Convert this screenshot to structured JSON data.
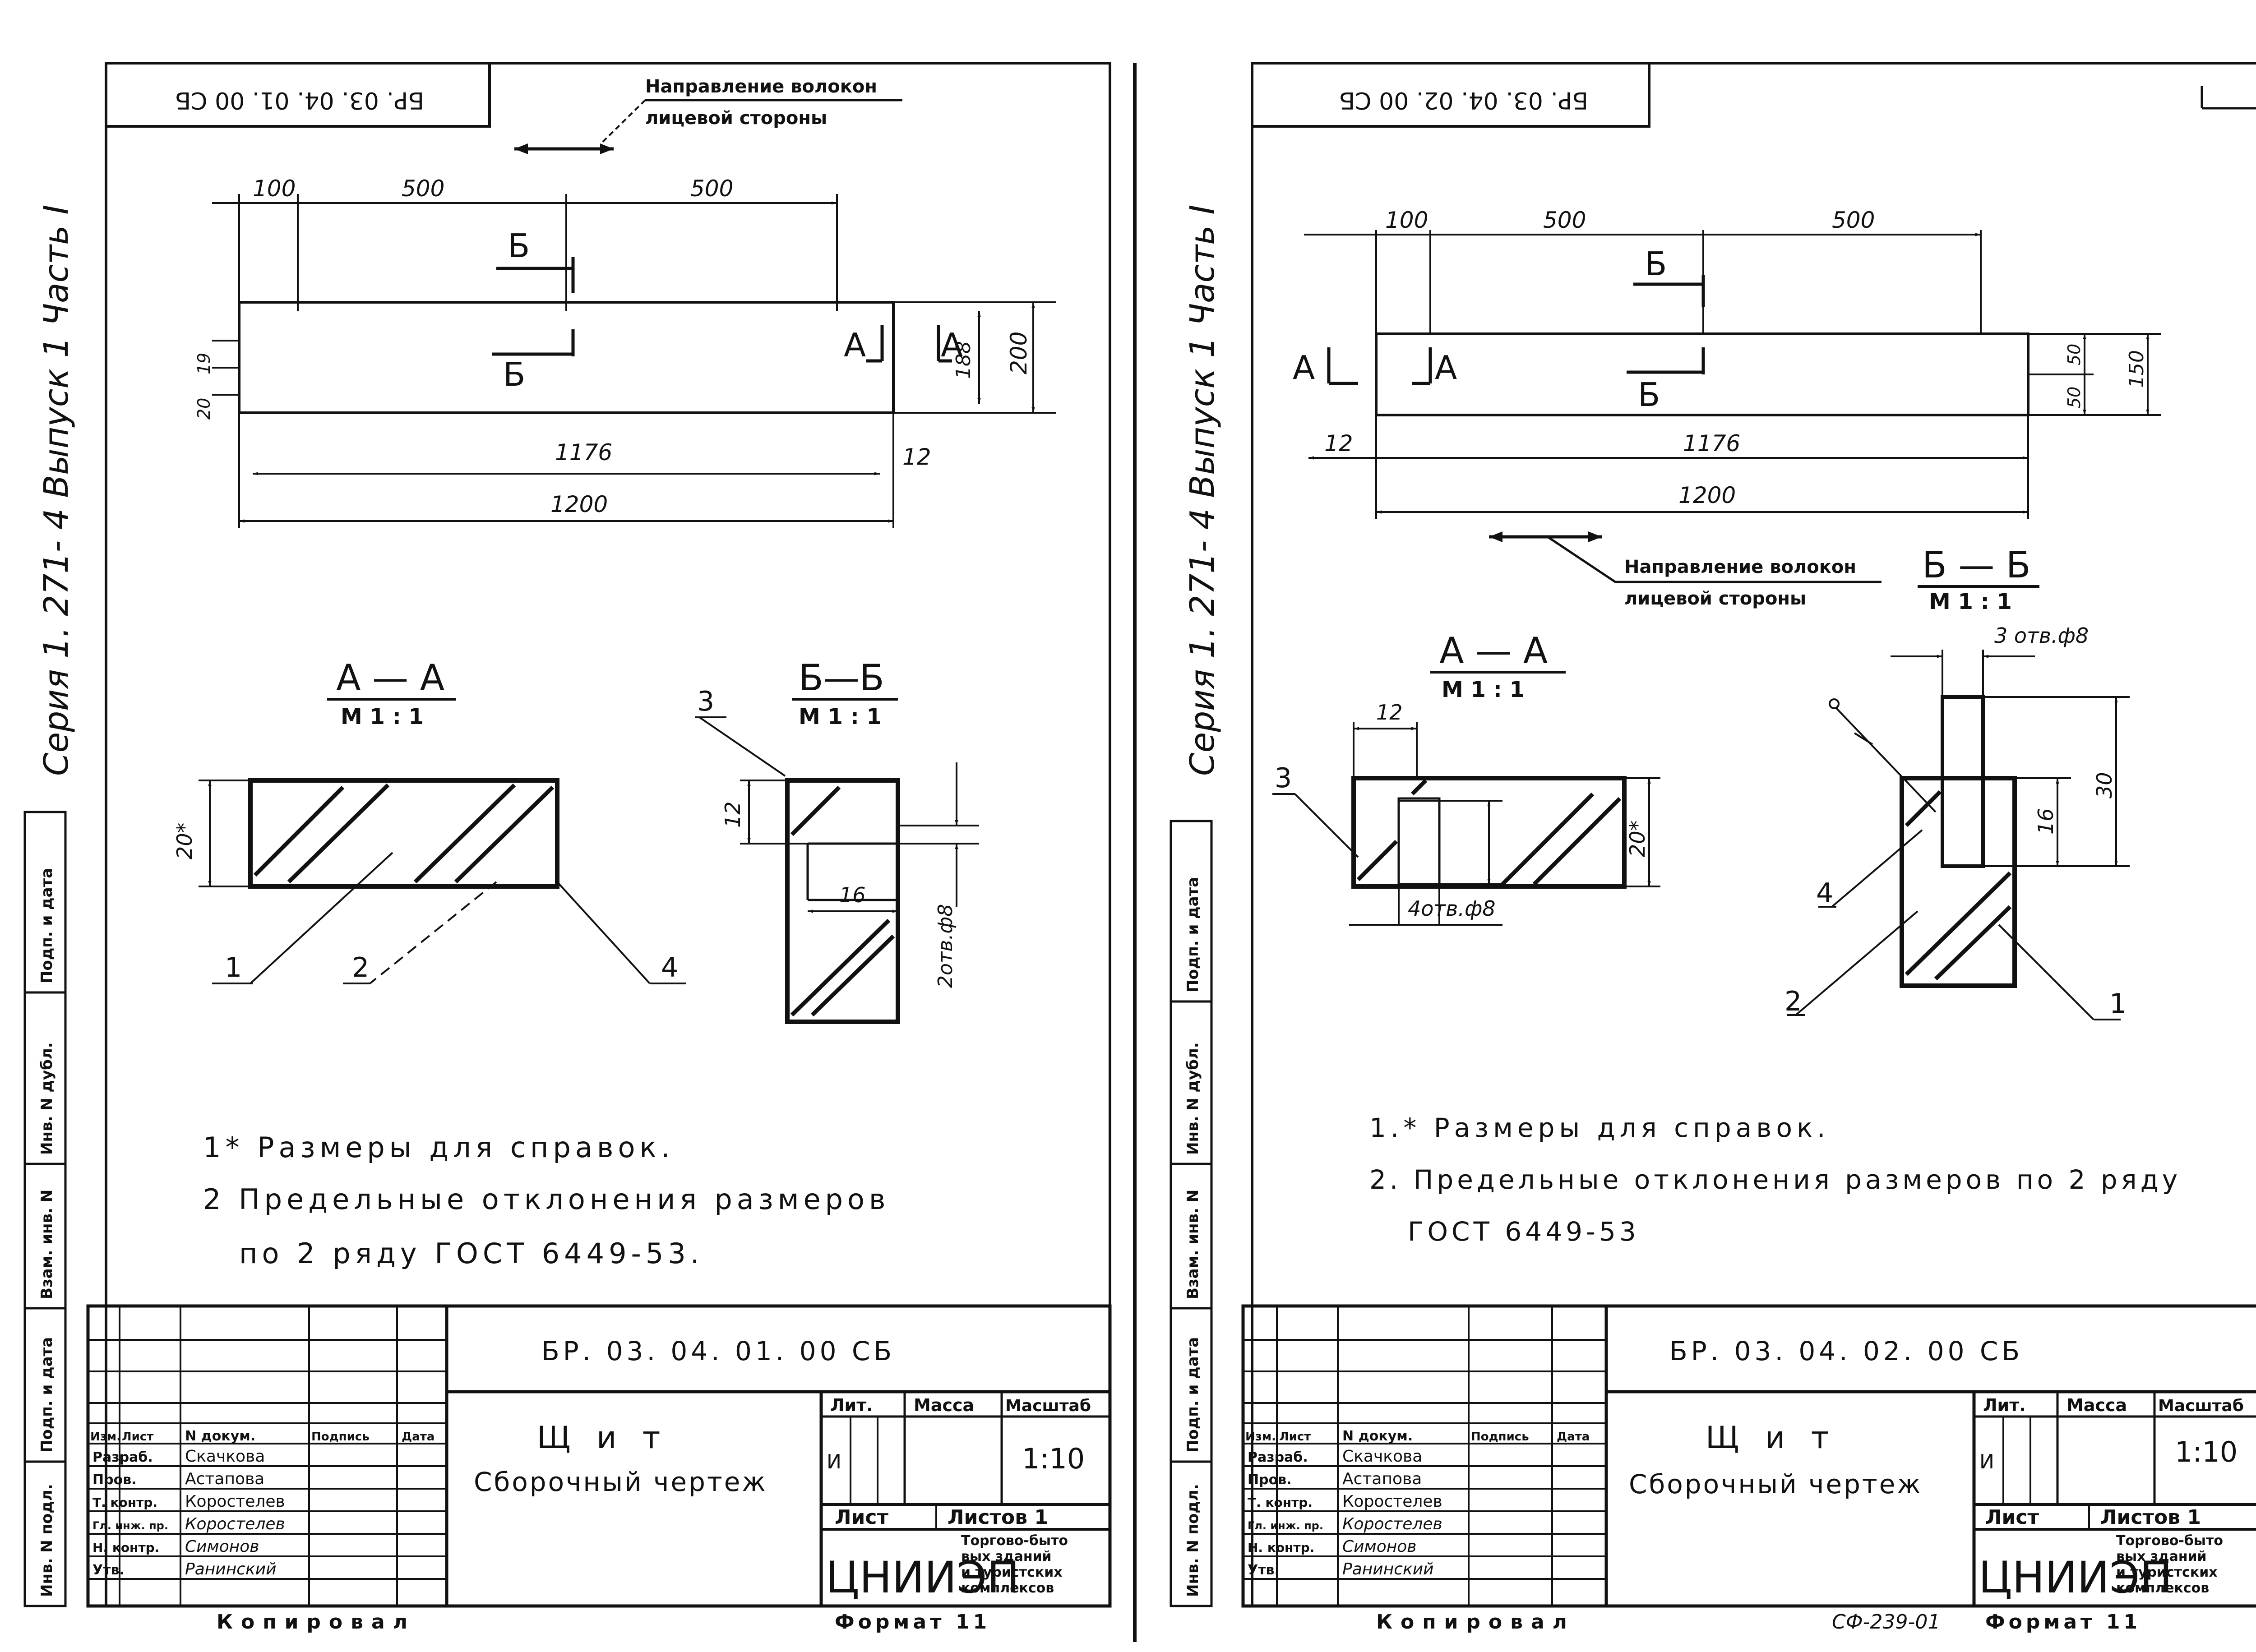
{
  "left_sheet": {
    "doc_code_rotated": "БР. 03. 04. 01. 00 СБ",
    "series_side": "Серия  1. 271- 4   Выпуск 1 Часть I",
    "grain_note": [
      "Направление волокон",
      "лицевой стороны"
    ],
    "dims_top": [
      "100",
      "500",
      "500"
    ],
    "dims_bottom": [
      "1176",
      "12",
      "1200"
    ],
    "dims_right": [
      "188",
      "200"
    ],
    "dims_left": [
      "20",
      "19"
    ],
    "section_marks": {
      "b_top": "Б",
      "b_bottom": "Б",
      "a_left": "А",
      "a_right": "А"
    },
    "section_aa": {
      "title": "А — А",
      "scale": "М  1 : 1",
      "dim": "20*"
    },
    "section_bb": {
      "title": "Б—Б",
      "scale": "М 1 : 1",
      "dims": [
        "12",
        "16",
        "2отв.ф8"
      ]
    },
    "callouts": [
      "1",
      "2",
      "3",
      "4"
    ],
    "notes": [
      "1* Размеры для справок.",
      "2 Предельные отклонения размеров",
      "по 2 ряду ГОСТ 6449-53."
    ],
    "title_block": {
      "designation": "БР. 03. 04. 01. 00 СБ",
      "name": "Щ и т",
      "subtitle": "Сборочный чертеж",
      "lit_label": "Лит.",
      "lit_value": "И",
      "mass_label": "Масса",
      "scale_label": "Масштаб",
      "scale_value": "1:10",
      "sheet_label": "Лист",
      "sheets_label": "Листов 1",
      "org": "ЦНИИЭП",
      "org_full": [
        "Торгово-быто",
        "вых зданий",
        "и туристских",
        "комплексов"
      ],
      "header_cols": [
        "Изм.",
        "Лист",
        "N докум.",
        "Подпись",
        "Дата"
      ],
      "rows": [
        {
          "role": "Разраб.",
          "name": "Скачкова"
        },
        {
          "role": "Пров.",
          "name": "Астапова"
        },
        {
          "role": "Т. контр.",
          "name": "Коростелев"
        },
        {
          "role": "Гл. инж. пр.",
          "name": "Коростелев"
        },
        {
          "role": "Н. контр.",
          "name": "Симонов"
        },
        {
          "role": "Утв.",
          "name": "Ранинский"
        }
      ]
    },
    "side_stamp": [
      "Инв. N подл.",
      "Подп. и дата",
      "Взам. инв. N",
      "Инв. N дубл.",
      "Подп. и дата"
    ],
    "footer": [
      "Копировал",
      "Формат 11"
    ]
  },
  "right_sheet": {
    "doc_code_rotated": "БР. 03. 04. 02. 00 СБ",
    "series_side": "Серия  1. 271- 4   Выпуск 1 Часть I",
    "grain_note": [
      "Направление волокон",
      "лицевой стороны"
    ],
    "dims_top": [
      "100",
      "500",
      "500"
    ],
    "dims_bottom": [
      "12",
      "1176",
      "1200"
    ],
    "dims_right": [
      "50",
      "50",
      "150"
    ],
    "section_marks": {
      "b_top": "Б",
      "b_bottom": "Б",
      "a_left": "А",
      "a_right": "А"
    },
    "section_aa": {
      "title": "А — А",
      "scale": "М  1 : 1",
      "dims": [
        "12",
        "20*",
        "4отв.ф8"
      ]
    },
    "section_bb": {
      "title": "Б — Б",
      "scale": "М  1 : 1",
      "dims": [
        "3 отв.ф8",
        "30",
        "16"
      ]
    },
    "callouts": [
      "1",
      "2",
      "3",
      "4"
    ],
    "notes": [
      "1.* Размеры для справок.",
      "2. Предельные отклонения размеров по 2 ряду",
      "ГОСТ 6449-53"
    ],
    "title_block": {
      "designation": "БР. 03. 04. 02. 00 СБ",
      "name": "Щ и т",
      "subtitle": "Сборочный чертеж",
      "lit_label": "Лит.",
      "lit_value": "И",
      "mass_label": "Масса",
      "scale_label": "Масштаб",
      "scale_value": "1:10",
      "sheet_label": "Лист",
      "sheets_label": "Листов 1",
      "org": "ЦНИИЭП",
      "org_full": [
        "Торгово-быто",
        "вых зданий",
        "и туристских",
        "комплексов"
      ],
      "header_cols": [
        "Изм.",
        "Лист",
        "N докум.",
        "Подпись",
        "Дата"
      ],
      "rows": [
        {
          "role": "Разраб.",
          "name": "Скачкова"
        },
        {
          "role": "Пров.",
          "name": "Астапова"
        },
        {
          "role": "Т. контр.",
          "name": "Коростелев"
        },
        {
          "role": "Гл. инж. пр.",
          "name": "Коростелев"
        },
        {
          "role": "Н. контр.",
          "name": "Симонов"
        },
        {
          "role": "Утв.",
          "name": "Ранинский"
        }
      ]
    },
    "side_stamp": [
      "Инв. N подл.",
      "Подп. и дата",
      "Взам. инв. N",
      "Инв. N дубл.",
      "Подп. и дата"
    ],
    "footer": [
      "Копировал",
      "СФ-239-01",
      "Формат 11"
    ]
  }
}
